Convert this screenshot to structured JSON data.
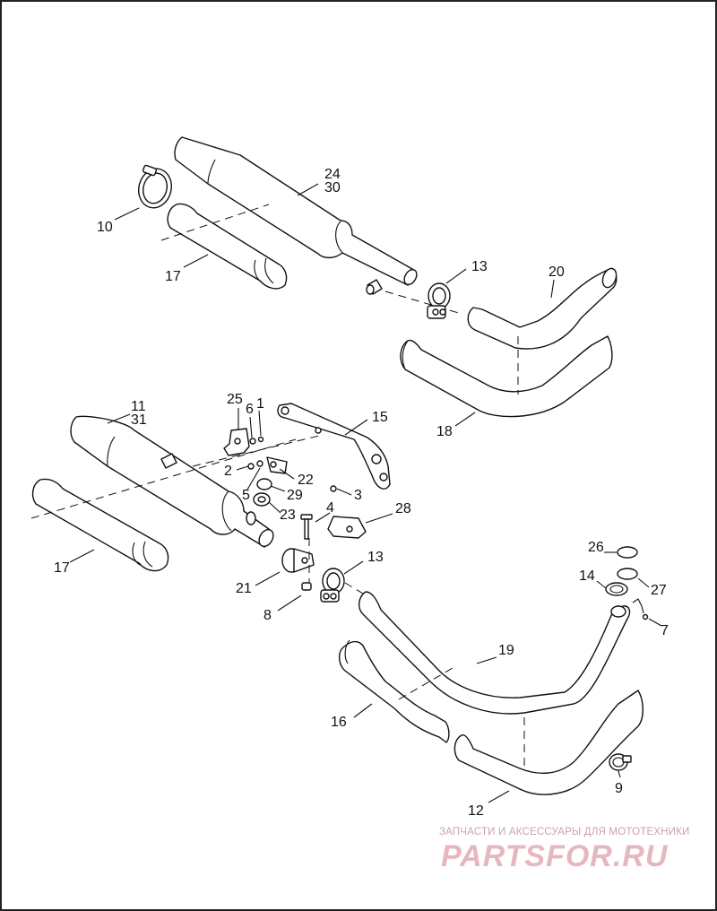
{
  "callouts": {
    "c24": "24",
    "c30": "30",
    "c10": "10",
    "c17a": "17",
    "c13a": "13",
    "c20": "20",
    "c18": "18",
    "c11": "11",
    "c31": "31",
    "c25": "25",
    "c6": "6",
    "c1": "1",
    "c15": "15",
    "c2": "2",
    "c22": "22",
    "c5": "5",
    "c29": "29",
    "c3": "3",
    "c23": "23",
    "c4": "4",
    "c28": "28",
    "c17b": "17",
    "c21": "21",
    "c13b": "13",
    "c8": "8",
    "c26": "26",
    "c14": "14",
    "c27": "27",
    "c7": "7",
    "c19": "19",
    "c16": "16",
    "c9": "9",
    "c12": "12"
  },
  "watermark": {
    "tagline": "ЗАПЧАСТИ И АКСЕССУАРЫ ДЛЯ МОТОТЕХНИКИ",
    "brand": "PARTSFOR.RU"
  }
}
